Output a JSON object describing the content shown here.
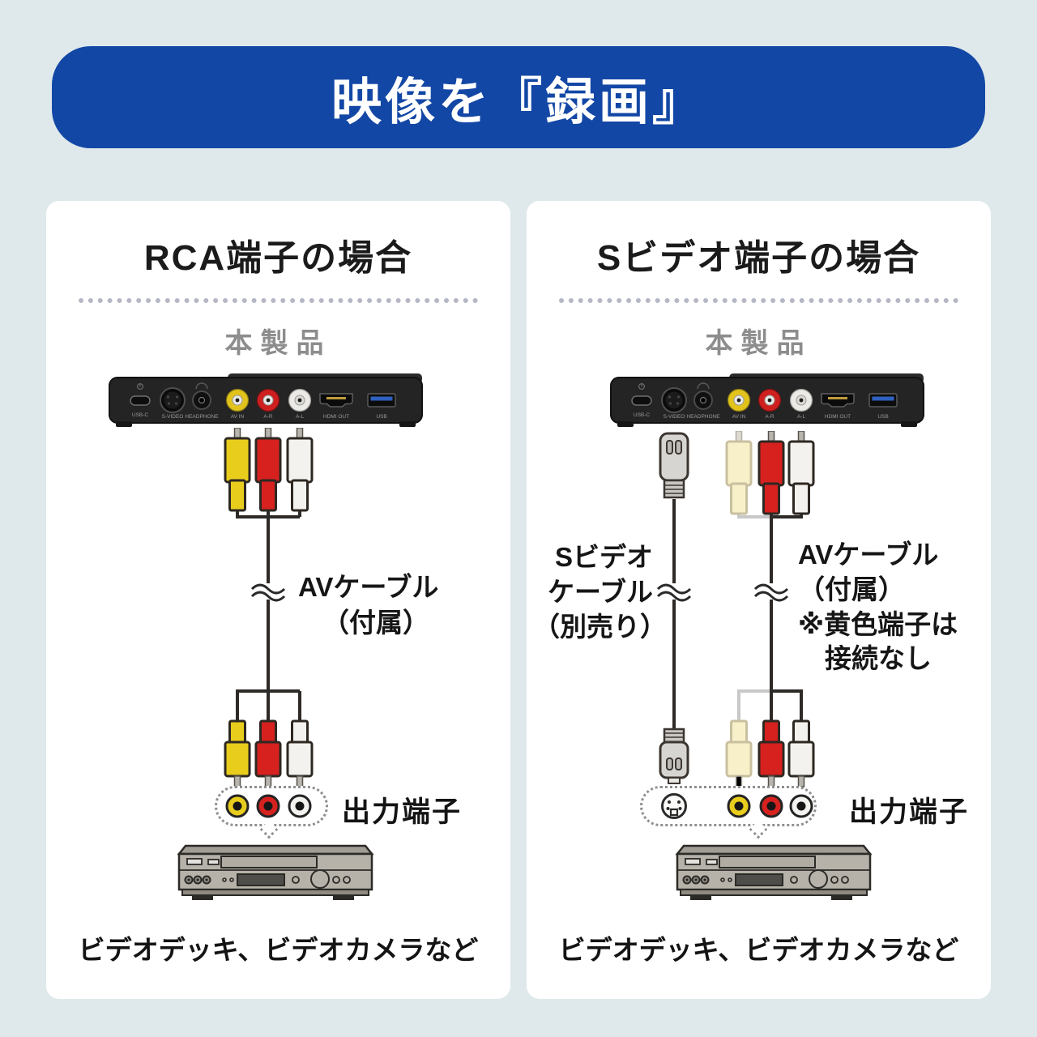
{
  "header": {
    "title": "映像を『録画』"
  },
  "device": {
    "name": "本製品",
    "port_labels": [
      "USB-C",
      "S-VIDEO",
      "HEADPHONE",
      "AV IN",
      "A-R",
      "A-L",
      "HDMI OUT",
      "USB"
    ]
  },
  "panels": {
    "rca": {
      "title": "RCA端子の場合",
      "product_label": "本製品",
      "av_cable_label": [
        "AVケーブル",
        "（付属）"
      ],
      "output_label": "出力端子",
      "caption": "ビデオデッキ、ビデオカメラなど"
    },
    "svideo": {
      "title": "Sビデオ端子の場合",
      "product_label": "本製品",
      "svideo_cable_label": [
        "Sビデオ",
        "ケーブル",
        "（別売り）"
      ],
      "av_cable_label": [
        "AVケーブル",
        "（付属）",
        "※黄色端子は",
        "接続なし"
      ],
      "output_label": "出力端子",
      "caption": "ビデオデッキ、ビデオカメラなど"
    }
  },
  "colors": {
    "page_bg": "#dfe9eb",
    "header_bg": "#1347a5",
    "panel_bg": "#ffffff",
    "rca_yellow": "#e8cd1d",
    "rca_red": "#d6211f",
    "rca_white": "#f3f2ee",
    "rca_pale": "#f7f0c9",
    "line_color": "#2d2a27",
    "faded_line": "#c8c8c8",
    "muted_gray": "#8d8d8d"
  }
}
